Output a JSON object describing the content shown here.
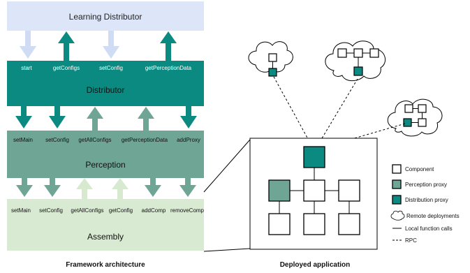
{
  "colors": {
    "learning_fill": "#dde6f8",
    "distributor_fill": "#0a8a80",
    "perception_fill": "#6fa594",
    "assembly_fill": "#d9ead3",
    "arrow_light_blue": "#cfdcf4",
    "arrow_teal_dark": "#0a8a80",
    "arrow_teal_mid": "#6fa594",
    "arrow_green_light": "#d7ead0",
    "component_stroke": "#000000",
    "perception_proxy": "#6fa594",
    "distribution_proxy": "#0a8a80"
  },
  "framework": {
    "learning_distributor": "Learning Distributor",
    "distributor": {
      "title": "Distributor",
      "methods": [
        "start",
        "getConfigs",
        "setConfig",
        "getPerceptionData"
      ]
    },
    "perception": {
      "title": "Perception",
      "methods": [
        "setMain",
        "setConfig",
        "getAllConfigs",
        "getPerceptionData",
        "addProxy"
      ]
    },
    "assembly": {
      "title": "Assembly",
      "methods": [
        "setMain",
        "setConfig",
        "getAllConfigs",
        "getConfig",
        "addComp",
        "removeComp"
      ]
    },
    "caption": "Framework architecture"
  },
  "deployed": {
    "caption": "Deployed application",
    "legend": {
      "component": "Component",
      "perception_proxy": "Perception proxy",
      "distribution_proxy": "Distribution proxy",
      "remote_deployments": "Remote deployments",
      "local_calls": "Local function calls",
      "rpc": "RPC"
    }
  }
}
